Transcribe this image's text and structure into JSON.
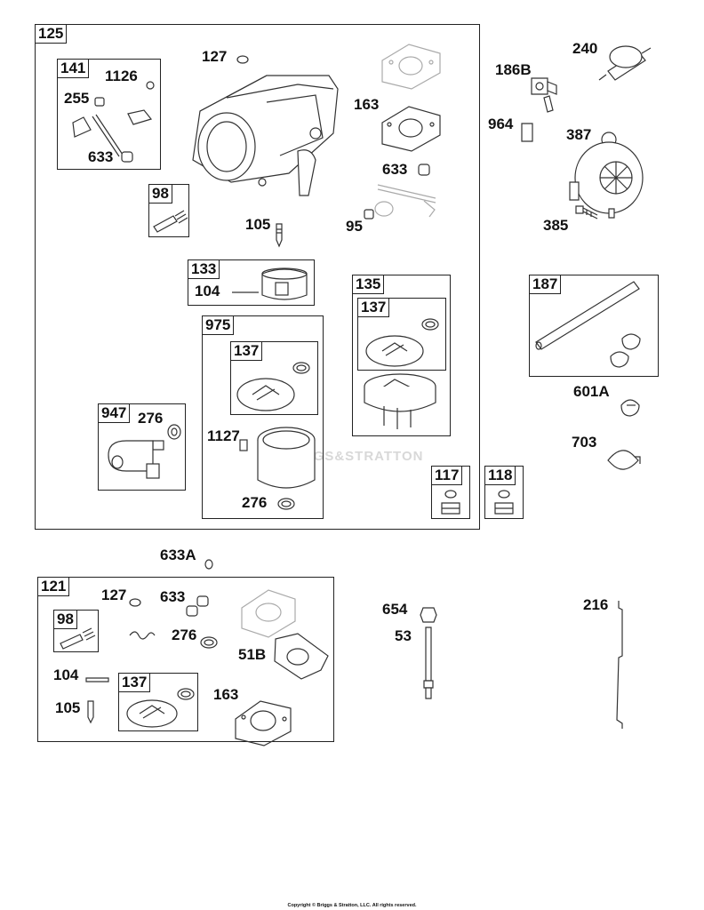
{
  "boxes": {
    "b125": "125",
    "b141": "141",
    "b98": "98",
    "b133": "133",
    "b975": "975",
    "b137a": "137",
    "b135": "135",
    "b137b": "137",
    "b947": "947",
    "b117": "117",
    "b118": "118",
    "b187": "187",
    "b121": "121",
    "b98b": "98",
    "b137c": "137"
  },
  "labels": {
    "l127": "127",
    "l1126": "1126",
    "l255": "255",
    "l633a": "633",
    "l163": "163",
    "l633b": "633",
    "l105": "105",
    "l95": "95",
    "l104": "104",
    "l1127": "1127",
    "l276a": "276",
    "l276b": "276",
    "l240": "240",
    "l186B": "186B",
    "l964": "964",
    "l387": "387",
    "l385": "385",
    "l601A": "601A",
    "l703": "703",
    "l633A": "633A",
    "l127b": "127",
    "l633c": "633",
    "l276c": "276",
    "l51B": "51B",
    "l104b": "104",
    "l105b": "105",
    "l163b": "163",
    "l654": "654",
    "l53": "53",
    "l216": "216"
  },
  "watermark": "GGS&STRATTON",
  "copyright": "Copyright © Briggs & Stratton, LLC. All rights reserved."
}
